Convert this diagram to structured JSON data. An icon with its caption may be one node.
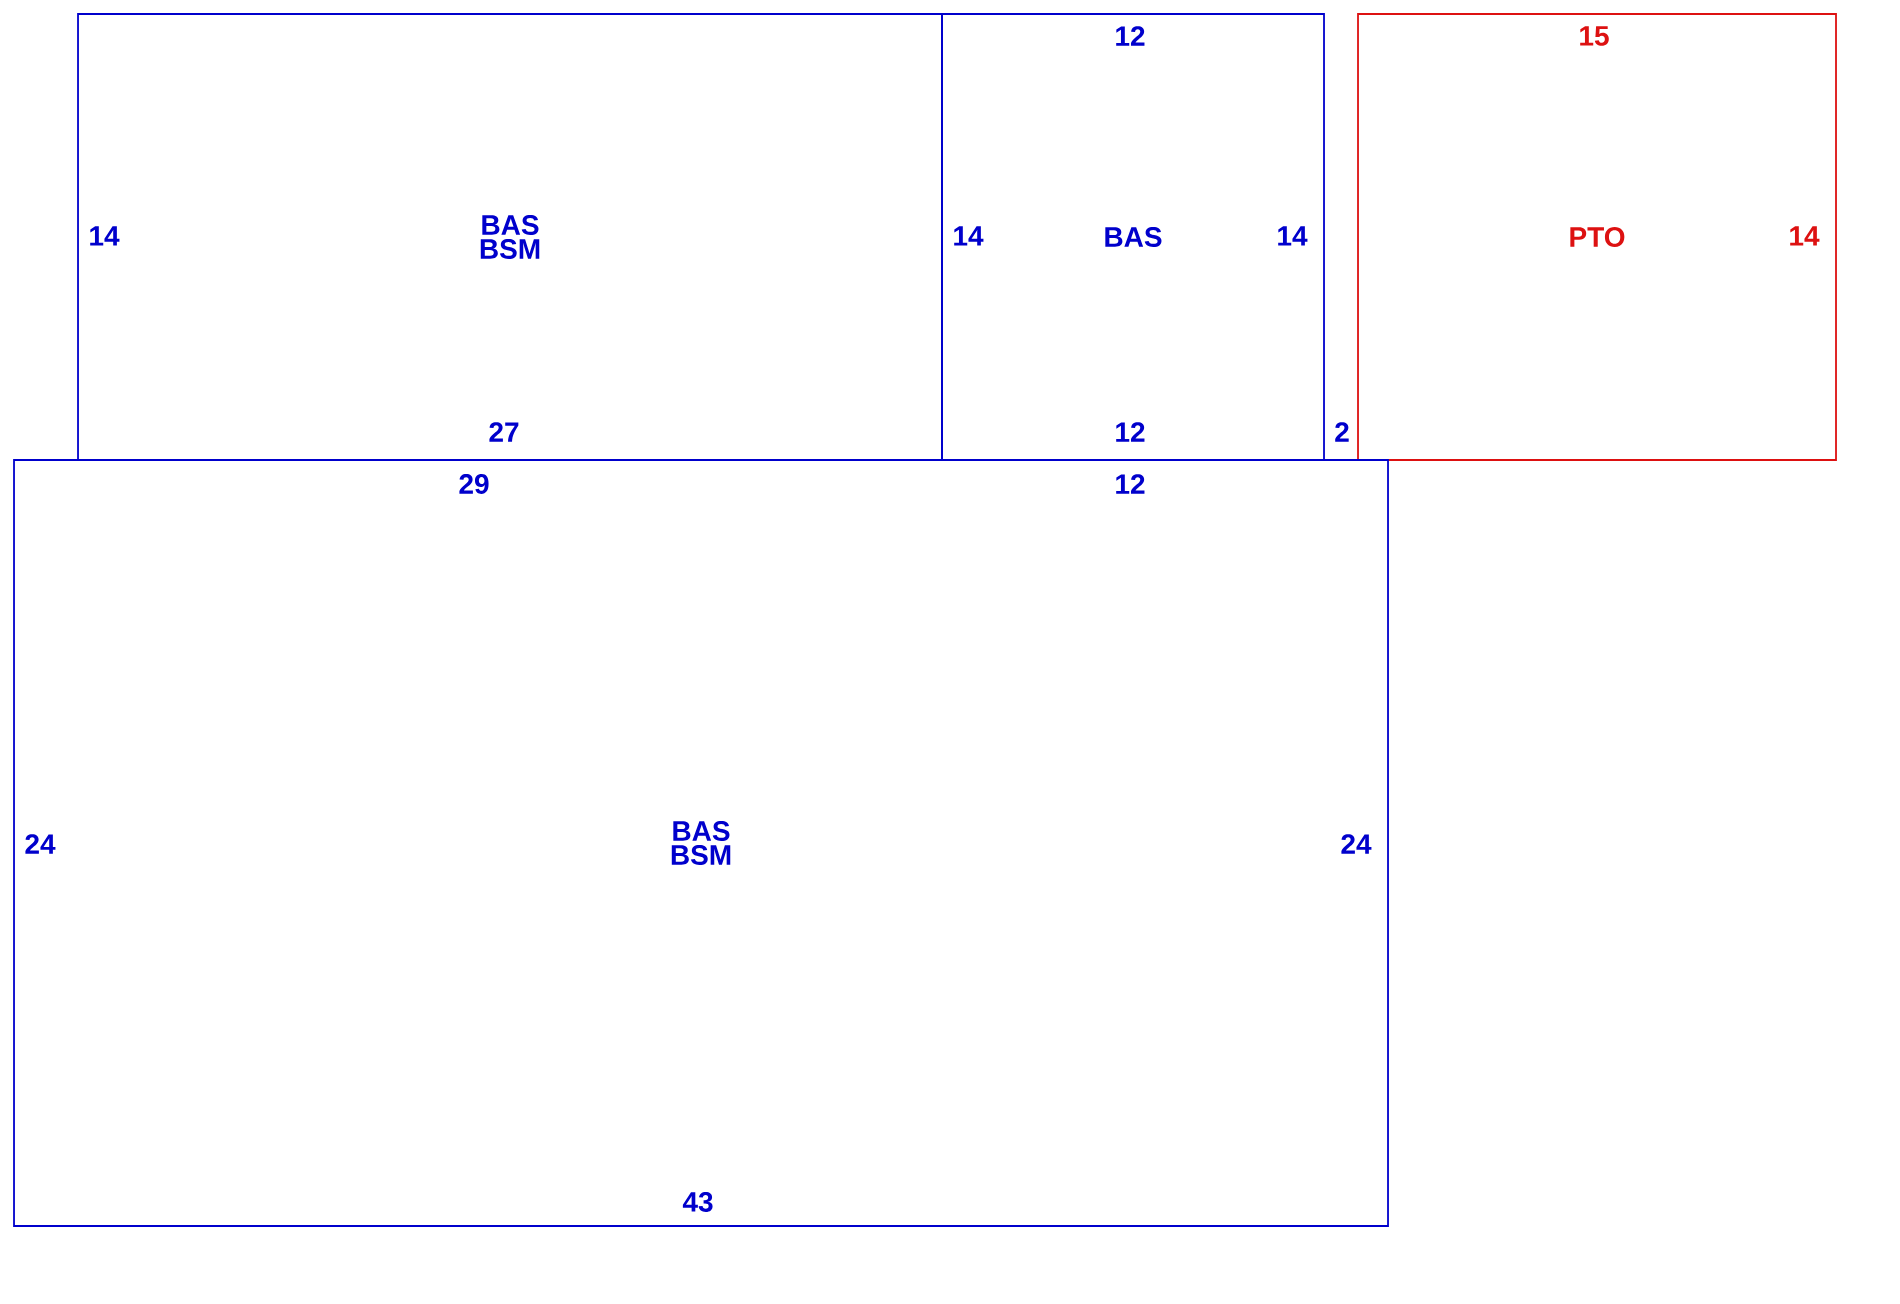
{
  "diagram": {
    "nodes": [
      {
        "text": [
          "BAS",
          "BSM"
        ]
      },
      {
        "text": [
          "BAS"
        ]
      },
      {
        "text": [
          "PTO"
        ]
      },
      {
        "text": [
          "BAS",
          "BSM"
        ]
      }
    ],
    "labels": [
      "12",
      "15",
      "14",
      "14",
      "14",
      "14",
      "27",
      "12",
      "2",
      "29",
      "12",
      "24",
      "24",
      "43"
    ]
  }
}
